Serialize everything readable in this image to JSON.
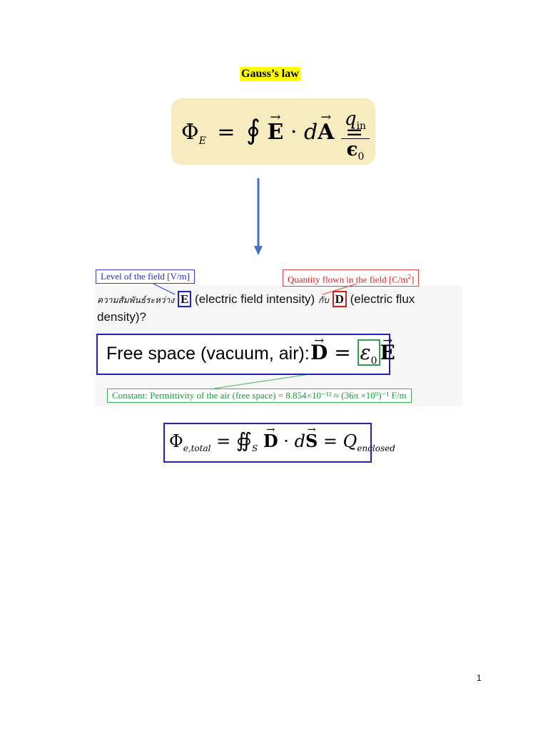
{
  "title": "Gauss’s law",
  "gauss_equation": {
    "lhs": "Φ",
    "lhs_sub": "E",
    "integral": "∮",
    "field": "E",
    "dot": "·",
    "d": "d",
    "area": "A",
    "numerator": "q",
    "numerator_sub": "in",
    "denominator": "ϵ",
    "denominator_sub": "0"
  },
  "callouts": {
    "level": "Level of the field [V/m]",
    "quantity_prefix": "Quantity flown in the field [C/m",
    "quantity_exp": "2",
    "quantity_suffix": "]",
    "constant": "Constant: Permittivity of the air (free space) = 8.854×10⁻¹² ≈ (36π ×10⁹)⁻¹ F/m"
  },
  "question": {
    "thai_prefix": "ความสัมพันธ์ระหว่าง",
    "E": "E",
    "E_desc": "(electric field intensity)",
    "thai_mid": "กับ",
    "D": "D",
    "D_desc": "(electric flux density)?"
  },
  "free_space": {
    "label": "Free space (vacuum, air):",
    "D": "D",
    "eq": "=",
    "eps": "ε",
    "eps_sub": "0",
    "E": "E"
  },
  "d_equation": {
    "phi": "Φ",
    "sub": "e,total",
    "eq1": "=",
    "integral": "∯",
    "integral_sub": "S",
    "D": "D",
    "dot": "·",
    "d": "d",
    "S": "S",
    "eq2": "=",
    "Q": "Q",
    "Q_sub": "enclosed"
  },
  "page_number": "1",
  "colors": {
    "highlight": "#ffff00",
    "box_bg": "#f6ecbf",
    "arrow": "#4472c4"
  }
}
